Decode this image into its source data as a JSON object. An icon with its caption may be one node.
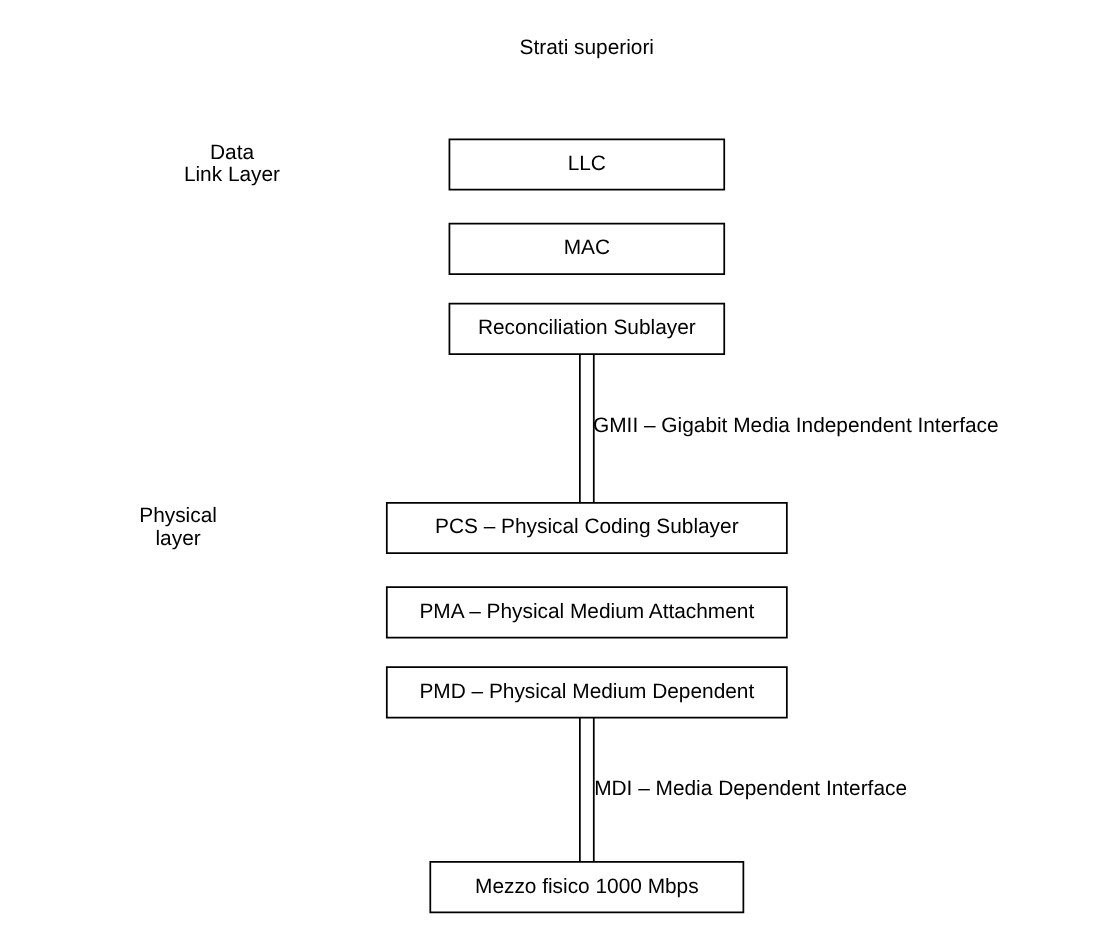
{
  "diagram": {
    "nodes": [
      {
        "text": [
          "LLC"
        ]
      },
      {
        "text": [
          "MAC"
        ]
      },
      {
        "text": [
          "Reconciliation Sublayer"
        ]
      },
      {
        "text": [
          "PCS – Physical Coding Sublayer"
        ]
      },
      {
        "text": [
          "PMA – Physical Medium Attachment"
        ]
      },
      {
        "text": [
          "PMD – Physical Medium Dependent"
        ]
      },
      {
        "text": [
          "Mezzo fisico 1000 Mbps"
        ]
      }
    ],
    "edges": [
      {
        "from": 2,
        "to": 3,
        "arrow": "none",
        "label": "GMII – Gigabit Media Independent Interface"
      },
      {
        "from": 5,
        "to": 6,
        "arrow": "none",
        "label": "MDI – Media Dependent Interface"
      }
    ],
    "labels": [
      "Strati superiori",
      "Data Link Layer",
      "Physical layer"
    ]
  }
}
